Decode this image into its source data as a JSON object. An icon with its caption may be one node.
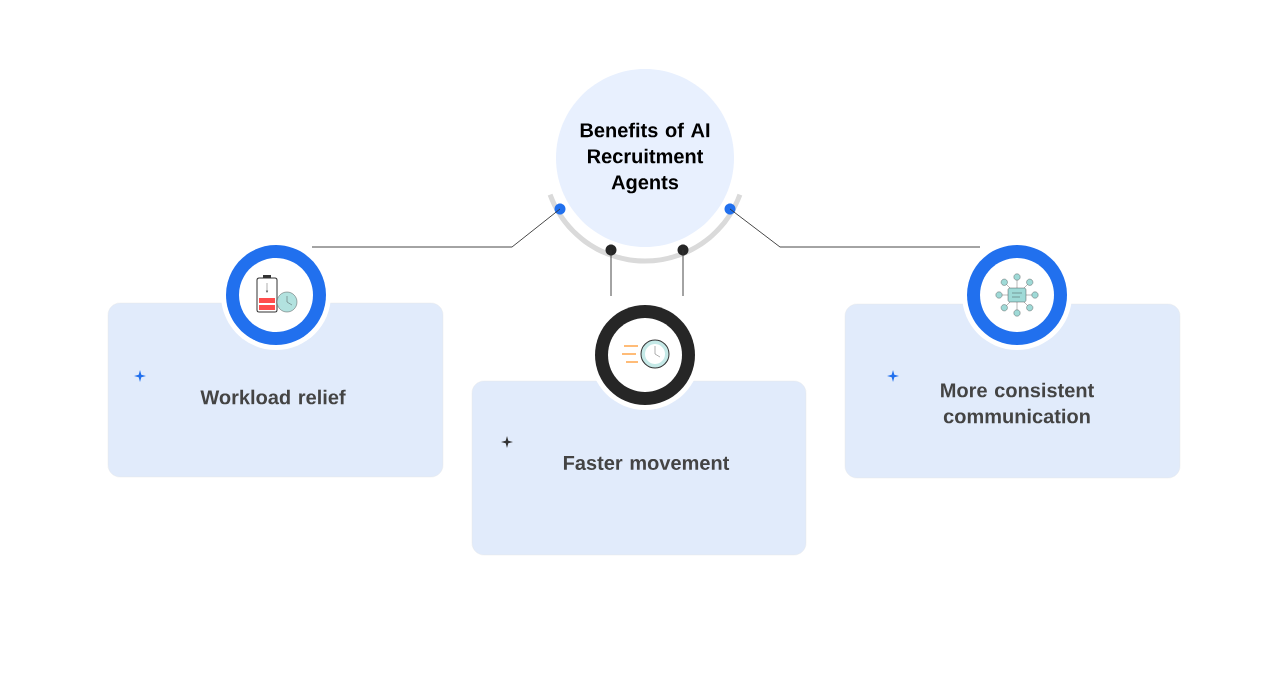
{
  "diagram": {
    "nodes": [
      {
        "text": [
          "Benefits of AI Recruitment Agents"
        ]
      },
      {
        "text": [
          "Workload relief"
        ]
      },
      {
        "text": [
          "Faster movement"
        ]
      },
      {
        "text": [
          "More consistent communication"
        ]
      }
    ],
    "edges": [
      {
        "from": 0,
        "to": 1,
        "arrow": "none"
      },
      {
        "from": 0,
        "to": 2,
        "arrow": "none"
      },
      {
        "from": 0,
        "to": 2,
        "arrow": "none"
      },
      {
        "from": 0,
        "to": 3,
        "arrow": "none"
      }
    ]
  }
}
